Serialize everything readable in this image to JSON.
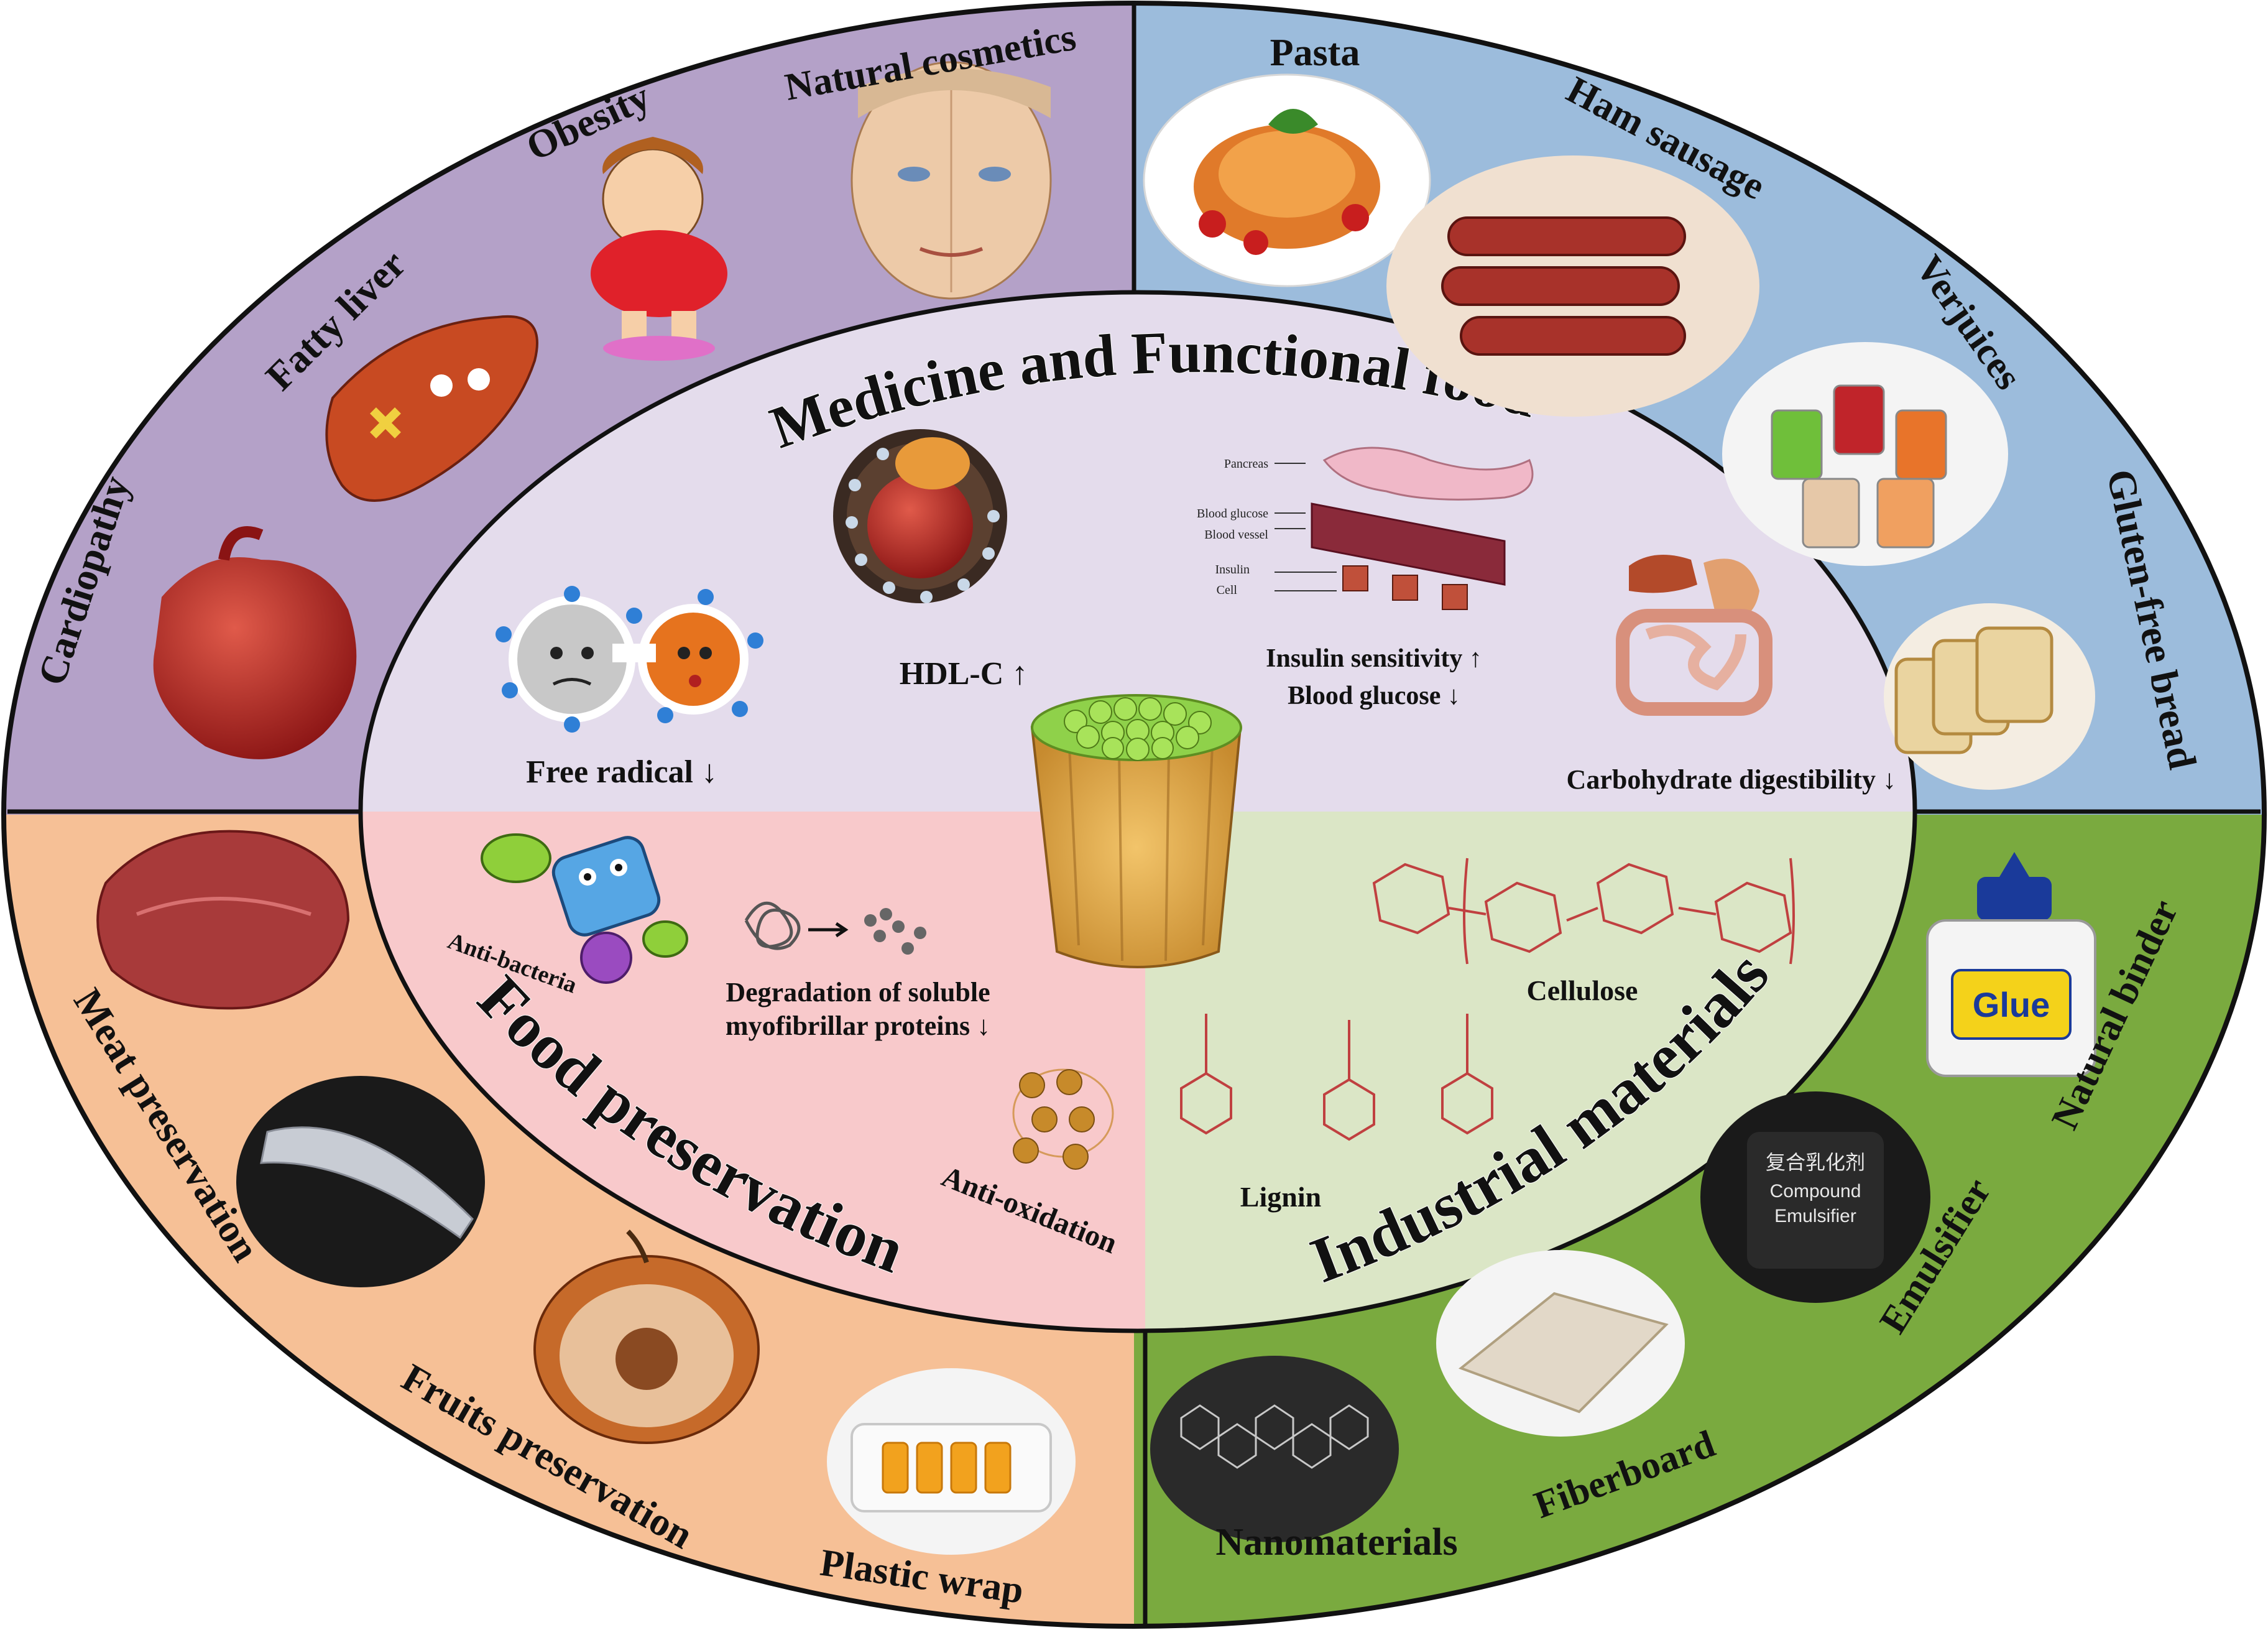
{
  "colors": {
    "medicine_outer": "#b4a1c8",
    "food_outer": "#9cbcdc",
    "industrial_outer": "#7aaa3f",
    "preservation_outer": "#f6c096",
    "medicine_inner": "#e4dcec",
    "preservation_inner": "#f8c9cb",
    "industrial_inner": "#dbe6c6",
    "outline": "#111111"
  },
  "center_titles": {
    "medicine": "Medicine and Functional food",
    "preservation": "Food preservation",
    "industrial": "Industrial materials"
  },
  "medicine_outer_items": [
    {
      "label": "Cardiopathy",
      "icon": "heart-icon"
    },
    {
      "label": "Fatty liver",
      "icon": "liver-icon"
    },
    {
      "label": "Obesity",
      "icon": "obese-child-icon"
    },
    {
      "label": "Natural cosmetics",
      "icon": "face-icon"
    }
  ],
  "food_outer_items": [
    {
      "label": "Pasta",
      "icon": "pasta-icon"
    },
    {
      "label": "Ham sausage",
      "icon": "sausage-icon"
    },
    {
      "label": "Verjuices",
      "icon": "juice-icon"
    },
    {
      "label": "Gluten-free bread",
      "icon": "bread-icon"
    }
  ],
  "industrial_outer_items": [
    {
      "label": "Natural binder",
      "icon": "glue-bottle-icon"
    },
    {
      "label": "Emulsifier",
      "icon": "emulsifier-drum-icon"
    },
    {
      "label": "Fiberboard",
      "icon": "fiberboard-icon"
    },
    {
      "label": "Nanomaterials",
      "icon": "nanomaterial-icon"
    }
  ],
  "preservation_outer_items": [
    {
      "label": "Meat preservation",
      "icon": "meat-icon"
    },
    {
      "label": "Fruits preservation",
      "icon": "apple-icon"
    },
    {
      "label": "Plastic wrap",
      "icon": "plastic-wrap-icon"
    }
  ],
  "medicine_inner": {
    "free_radical": "Free radical ↓",
    "hdl": "HDL-C ↑",
    "insulin_line1": "Insulin sensitivity ↑",
    "insulin_line2": "Blood glucose ↓",
    "carb": "Carbohydrate  digestibility ↓",
    "pancreas_labels": [
      "Pancreas",
      "Blood glucose",
      "Blood vessel",
      "Insulin",
      "Cell"
    ]
  },
  "preservation_inner": {
    "anti_bacteria": "Anti-bacteria",
    "degradation_line1": "Degradation of soluble",
    "degradation_line2": "myofibrillar proteins ↓",
    "anti_oxidation": "Anti-oxidation"
  },
  "industrial_inner": {
    "cellulose": "Cellulose",
    "lignin": "Lignin"
  },
  "glue_label": "Glue",
  "emulsifier_label_cn": "复合乳化剂",
  "emulsifier_label_en1": "Compound",
  "emulsifier_label_en2": "Emulsifier"
}
